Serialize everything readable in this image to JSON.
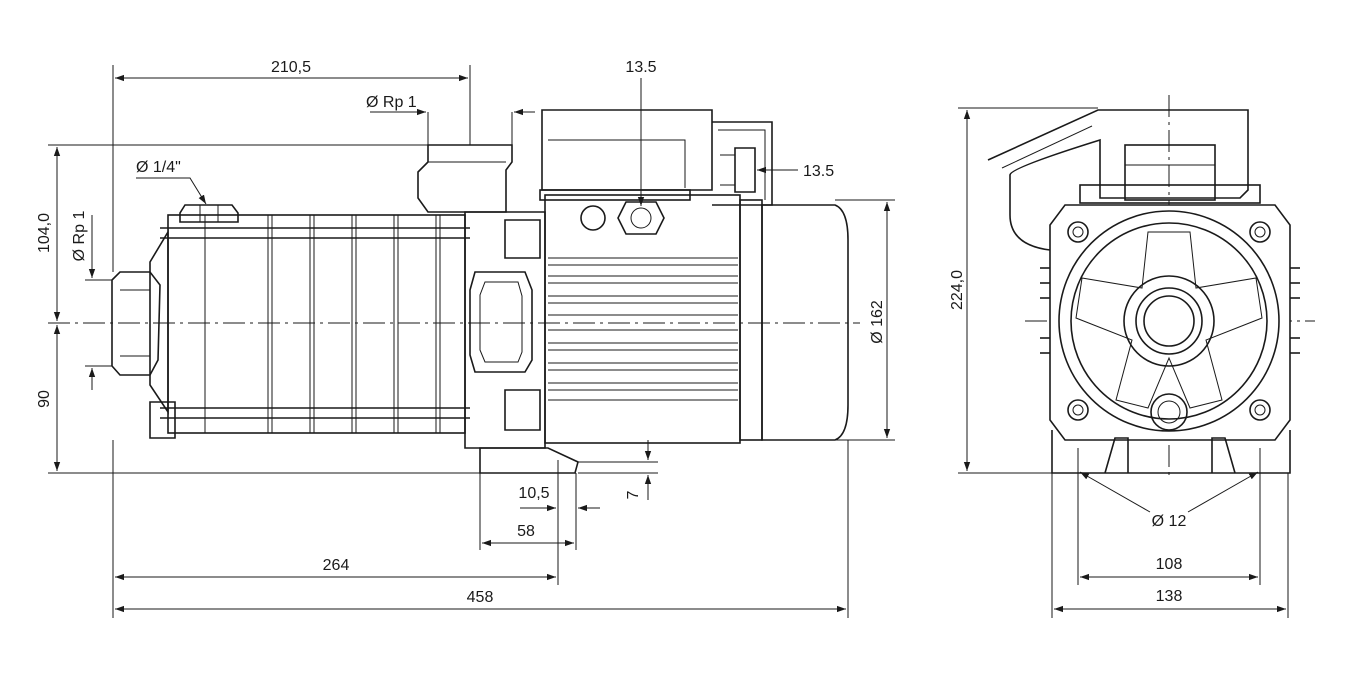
{
  "dimensions": {
    "top_length": "210,5",
    "inlet_thread": "Ø Rp 1",
    "vent_plug": "Ø 1/4\"",
    "cable_gland_top": "13.5",
    "cable_gland_side": "13.5",
    "suction_height": "104,0",
    "suction_thread": "Ø Rp 1",
    "shaft_height": "90",
    "motor_diameter": "Ø 162",
    "foot_offset": "10,5",
    "foot_width": "58",
    "foot_thickness": "7",
    "foot_position": "264",
    "total_length": "458",
    "total_height": "224,0",
    "bolt_hole": "Ø 12",
    "foot_hole_spacing": "108",
    "foot_width_total": "138"
  },
  "colors": {
    "line": "#1a1a1a",
    "background": "#ffffff"
  }
}
